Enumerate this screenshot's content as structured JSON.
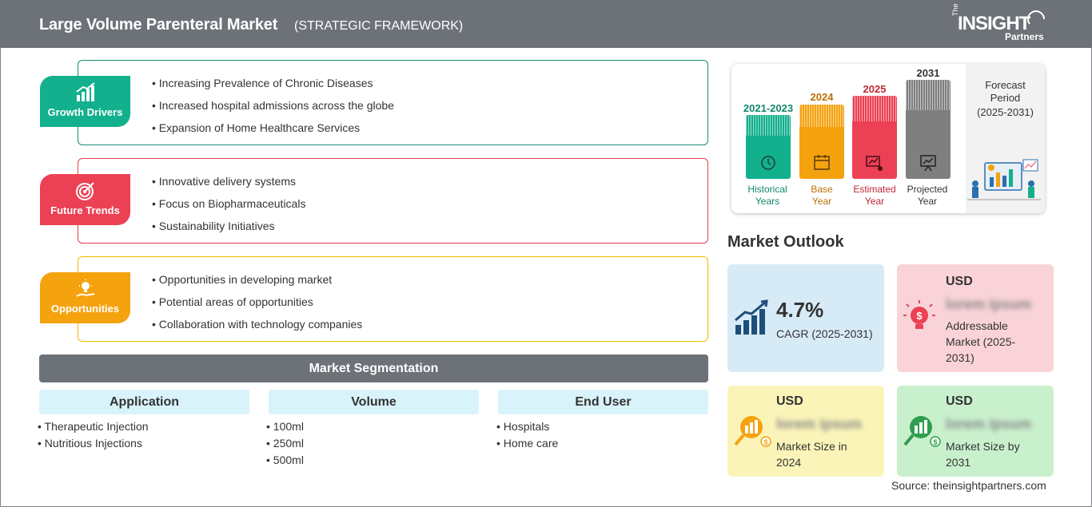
{
  "header": {
    "title": "Large Volume Parenteral Market",
    "subtitle": "(STRATEGIC FRAMEWORK)",
    "logo": {
      "the": "The",
      "insight": "INSIGHT",
      "partners": "Partners"
    }
  },
  "framework": [
    {
      "label": "Growth Drivers",
      "icon": "growth-chart-icon",
      "color": "#13b08d",
      "items": [
        "Increasing Prevalence of Chronic Diseases",
        "Increased hospital admissions across the globe",
        "Expansion of Home Healthcare Services"
      ]
    },
    {
      "label": "Future Trends",
      "icon": "target-icon",
      "color": "#ec4155",
      "items": [
        "Innovative delivery systems",
        "Focus on Biopharmaceuticals",
        "Sustainability Initiatives"
      ]
    },
    {
      "label": "Opportunities",
      "icon": "lightbulb-hand-icon",
      "color": "#f5a20f",
      "items": [
        "Opportunities in developing market",
        "Potential areas of opportunities",
        "Collaboration with technology companies"
      ]
    }
  ],
  "segmentation": {
    "title": "Market Segmentation",
    "columns": [
      {
        "header": "Application",
        "items": [
          "Therapeutic Injection",
          "Nutritious Injections"
        ]
      },
      {
        "header": "Volume",
        "items": [
          "100ml",
          "250ml",
          "500ml"
        ]
      },
      {
        "header": "End User",
        "items": [
          "Hospitals",
          "Home care"
        ]
      }
    ]
  },
  "timeline": {
    "bars": [
      {
        "year": "2021-2023",
        "label_line1": "Historical",
        "label_line2": "Years",
        "color": "#13b08d",
        "icon": "history-icon"
      },
      {
        "year": "2024",
        "label_line1": "Base",
        "label_line2": "Year",
        "color": "#f5a20f",
        "icon": "calendar-icon"
      },
      {
        "year": "2025",
        "label_line1": "Estimated",
        "label_line2": "Year",
        "color": "#ec4155",
        "icon": "estimate-icon"
      },
      {
        "year": "2031",
        "label_line1": "Projected",
        "label_line2": "Year",
        "color": "#7f7f7f",
        "icon": "projection-icon"
      }
    ],
    "forecast": {
      "line1": "Forecast",
      "line2": "Period",
      "line3": "(2025-2031)"
    }
  },
  "outlook": {
    "title": "Market Outlook",
    "cagr": {
      "value": "4.7%",
      "label": "CAGR (2025-2031)",
      "color": "#d7ebf7"
    },
    "addressable": {
      "currency": "USD",
      "value": "lorem ipsum",
      "label": "Addressable Market (2025-2031)",
      "color": "#f9d3d8"
    },
    "size2024": {
      "currency": "USD",
      "value": "lorem ipsum",
      "label": "Market Size in 2024",
      "color": "#fbf4b8"
    },
    "size2031": {
      "currency": "USD",
      "value": "lorem ipsum",
      "label": "Market Size by 2031",
      "color": "#c9f0cd"
    }
  },
  "source": "Source: theinsightpartners.com"
}
